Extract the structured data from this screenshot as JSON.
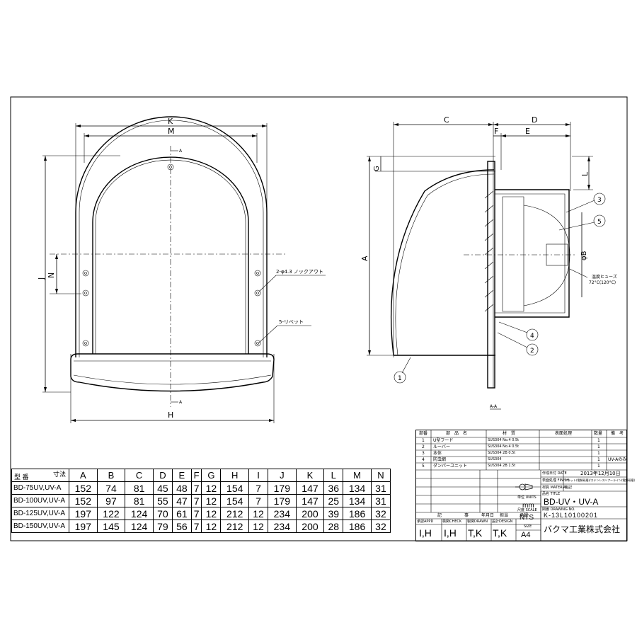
{
  "views": {
    "front": {
      "dims": {
        "K": "K",
        "M": "M",
        "J": "J",
        "N": "N",
        "H": "H"
      },
      "section_marks": {
        "top": "A",
        "bottom": "A"
      },
      "notes": {
        "knockout": "2-φ4.3 ノックアウト",
        "rivet": "5-リベット"
      }
    },
    "side": {
      "dims": {
        "C": "C",
        "D": "D",
        "F": "F",
        "E": "E",
        "G": "G",
        "L": "L",
        "A": "A",
        "B": "φB"
      },
      "callouts": [
        "1",
        "2",
        "3",
        "4",
        "5"
      ],
      "fuse_note_1": "温度ヒューズ",
      "fuse_note_2": "72°C(120°C)",
      "section_label": "A-A"
    }
  },
  "dimension_table": {
    "corner_top": "寸法",
    "corner_bottom": "型 番",
    "columns": [
      "A",
      "B",
      "C",
      "D",
      "E",
      "F",
      "G",
      "H",
      "I",
      "J",
      "K",
      "L",
      "M",
      "N"
    ],
    "rows": [
      {
        "model": "BD-75UV,UV-A",
        "values": [
          "152",
          "74",
          "81",
          "45",
          "48",
          "7",
          "12",
          "154",
          "7",
          "179",
          "147",
          "36",
          "134",
          "31"
        ]
      },
      {
        "model": "BD-100UV,UV-A",
        "values": [
          "152",
          "97",
          "81",
          "55",
          "47",
          "7",
          "12",
          "154",
          "7",
          "179",
          "147",
          "25",
          "134",
          "31"
        ]
      },
      {
        "model": "BD-125UV,UV-A",
        "values": [
          "197",
          "122",
          "124",
          "70",
          "61",
          "7",
          "12",
          "212",
          "12",
          "234",
          "200",
          "39",
          "186",
          "32"
        ]
      },
      {
        "model": "BD-150UV,UV-A",
        "values": [
          "197",
          "145",
          "124",
          "79",
          "56",
          "7",
          "12",
          "212",
          "12",
          "234",
          "200",
          "28",
          "186",
          "32"
        ]
      }
    ]
  },
  "parts_list": {
    "headers": {
      "no": "部番",
      "name": "部　品　名",
      "material": "材　質",
      "finish": "表面処理",
      "qty": "数量",
      "remarks": "備　考"
    },
    "rows": [
      {
        "no": "1",
        "name": "U型フード",
        "material": "SUS304 No.4 0.5t",
        "finish": "",
        "qty": "1",
        "remarks": ""
      },
      {
        "no": "2",
        "name": "ルーバー",
        "material": "SUS304 No.4 0.5t",
        "finish": "",
        "qty": "1",
        "remarks": ""
      },
      {
        "no": "3",
        "name": "本体",
        "material": "SUS304 2B 0.5t",
        "finish": "",
        "qty": "1",
        "remarks": ""
      },
      {
        "no": "4",
        "name": "防虫網",
        "material": "SUS304",
        "finish": "",
        "qty": "1",
        "remarks": "UV-Aのみ"
      },
      {
        "no": "5",
        "name": "ダンパーユニット",
        "material": "SUS304 2B 1.5t",
        "finish": "",
        "qty": "1",
        "remarks": ""
      }
    ]
  },
  "title_block": {
    "date_label": "作成日付 DATE",
    "date": "2013年12月10日",
    "finish_label": "表面処理 FINISH",
    "finish": "フラット(電解研磨)/ステンレスヘアーライン(電解研磨)",
    "material_label": "材質 MATERIAL",
    "material": "別記",
    "title_label": "品名 TITLE",
    "title": "BD-UV・UV-A",
    "drawing_no_label": "図番 DRAWING NO.",
    "drawing_no": "K-13L10100201",
    "units_label": "単位 UNITS",
    "units": "mm",
    "scale_label": "尺度 SCALE",
    "scale": "NTS",
    "size_label": "SIZE",
    "size": "A4",
    "company": "バクマ工業株式会社",
    "revision_headers": [
      "記",
      "事",
      "年月日",
      "担当",
      "承認"
    ],
    "approvals": {
      "labels": [
        "承認APPD",
        "検図CHECK",
        "製図DRAWN",
        "設計DESIGN"
      ],
      "names": [
        "I,H",
        "I,H",
        "T,K",
        "T,K"
      ]
    }
  }
}
